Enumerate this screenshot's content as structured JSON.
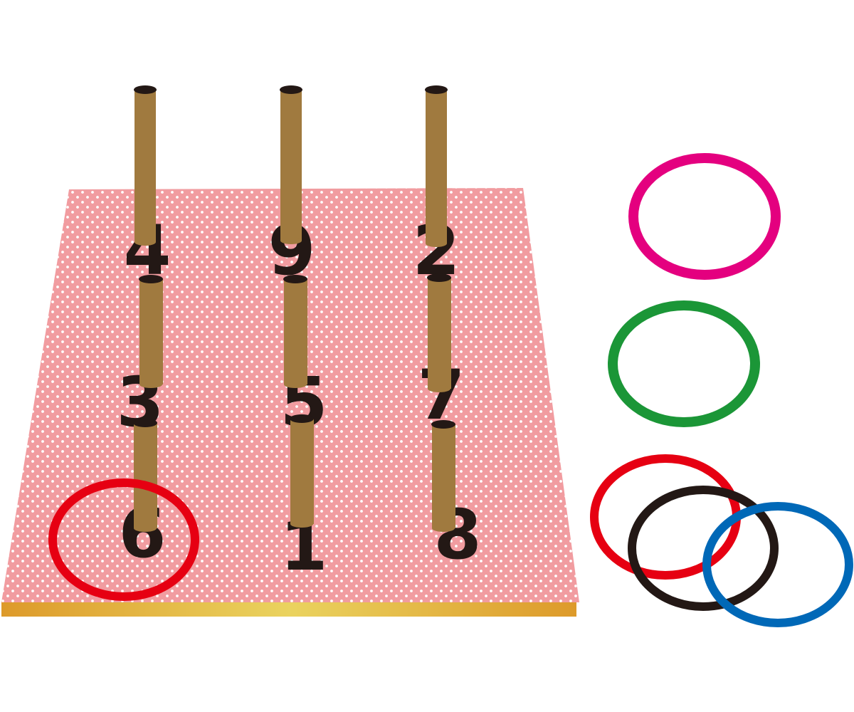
{
  "board": {
    "surface_color": "#f19ca0",
    "dot_color": "#ffffff",
    "edge_colors": [
      "#dd9a2a",
      "#ead35f",
      "#dd9a2a"
    ]
  },
  "peg": {
    "color": "#a07a3f",
    "cap_color": "#231815"
  },
  "pegs": [
    {
      "id": "4",
      "label": "4"
    },
    {
      "id": "9",
      "label": "9"
    },
    {
      "id": "2",
      "label": "2"
    },
    {
      "id": "3",
      "label": "3"
    },
    {
      "id": "5",
      "label": "5"
    },
    {
      "id": "7",
      "label": "7"
    },
    {
      "id": "6",
      "label": "6"
    },
    {
      "id": "1",
      "label": "1"
    },
    {
      "id": "8",
      "label": "8"
    }
  ],
  "rings": [
    {
      "name": "magenta",
      "color": "#e4007f",
      "location": "side"
    },
    {
      "name": "green",
      "color": "#1b9637",
      "location": "side"
    },
    {
      "name": "red",
      "color": "#e60012",
      "location": "side"
    },
    {
      "name": "black",
      "color": "#231815",
      "location": "side"
    },
    {
      "name": "blue",
      "color": "#0068b7",
      "location": "side"
    },
    {
      "name": "red",
      "color": "#e60012",
      "location": "on-peg-6"
    }
  ]
}
